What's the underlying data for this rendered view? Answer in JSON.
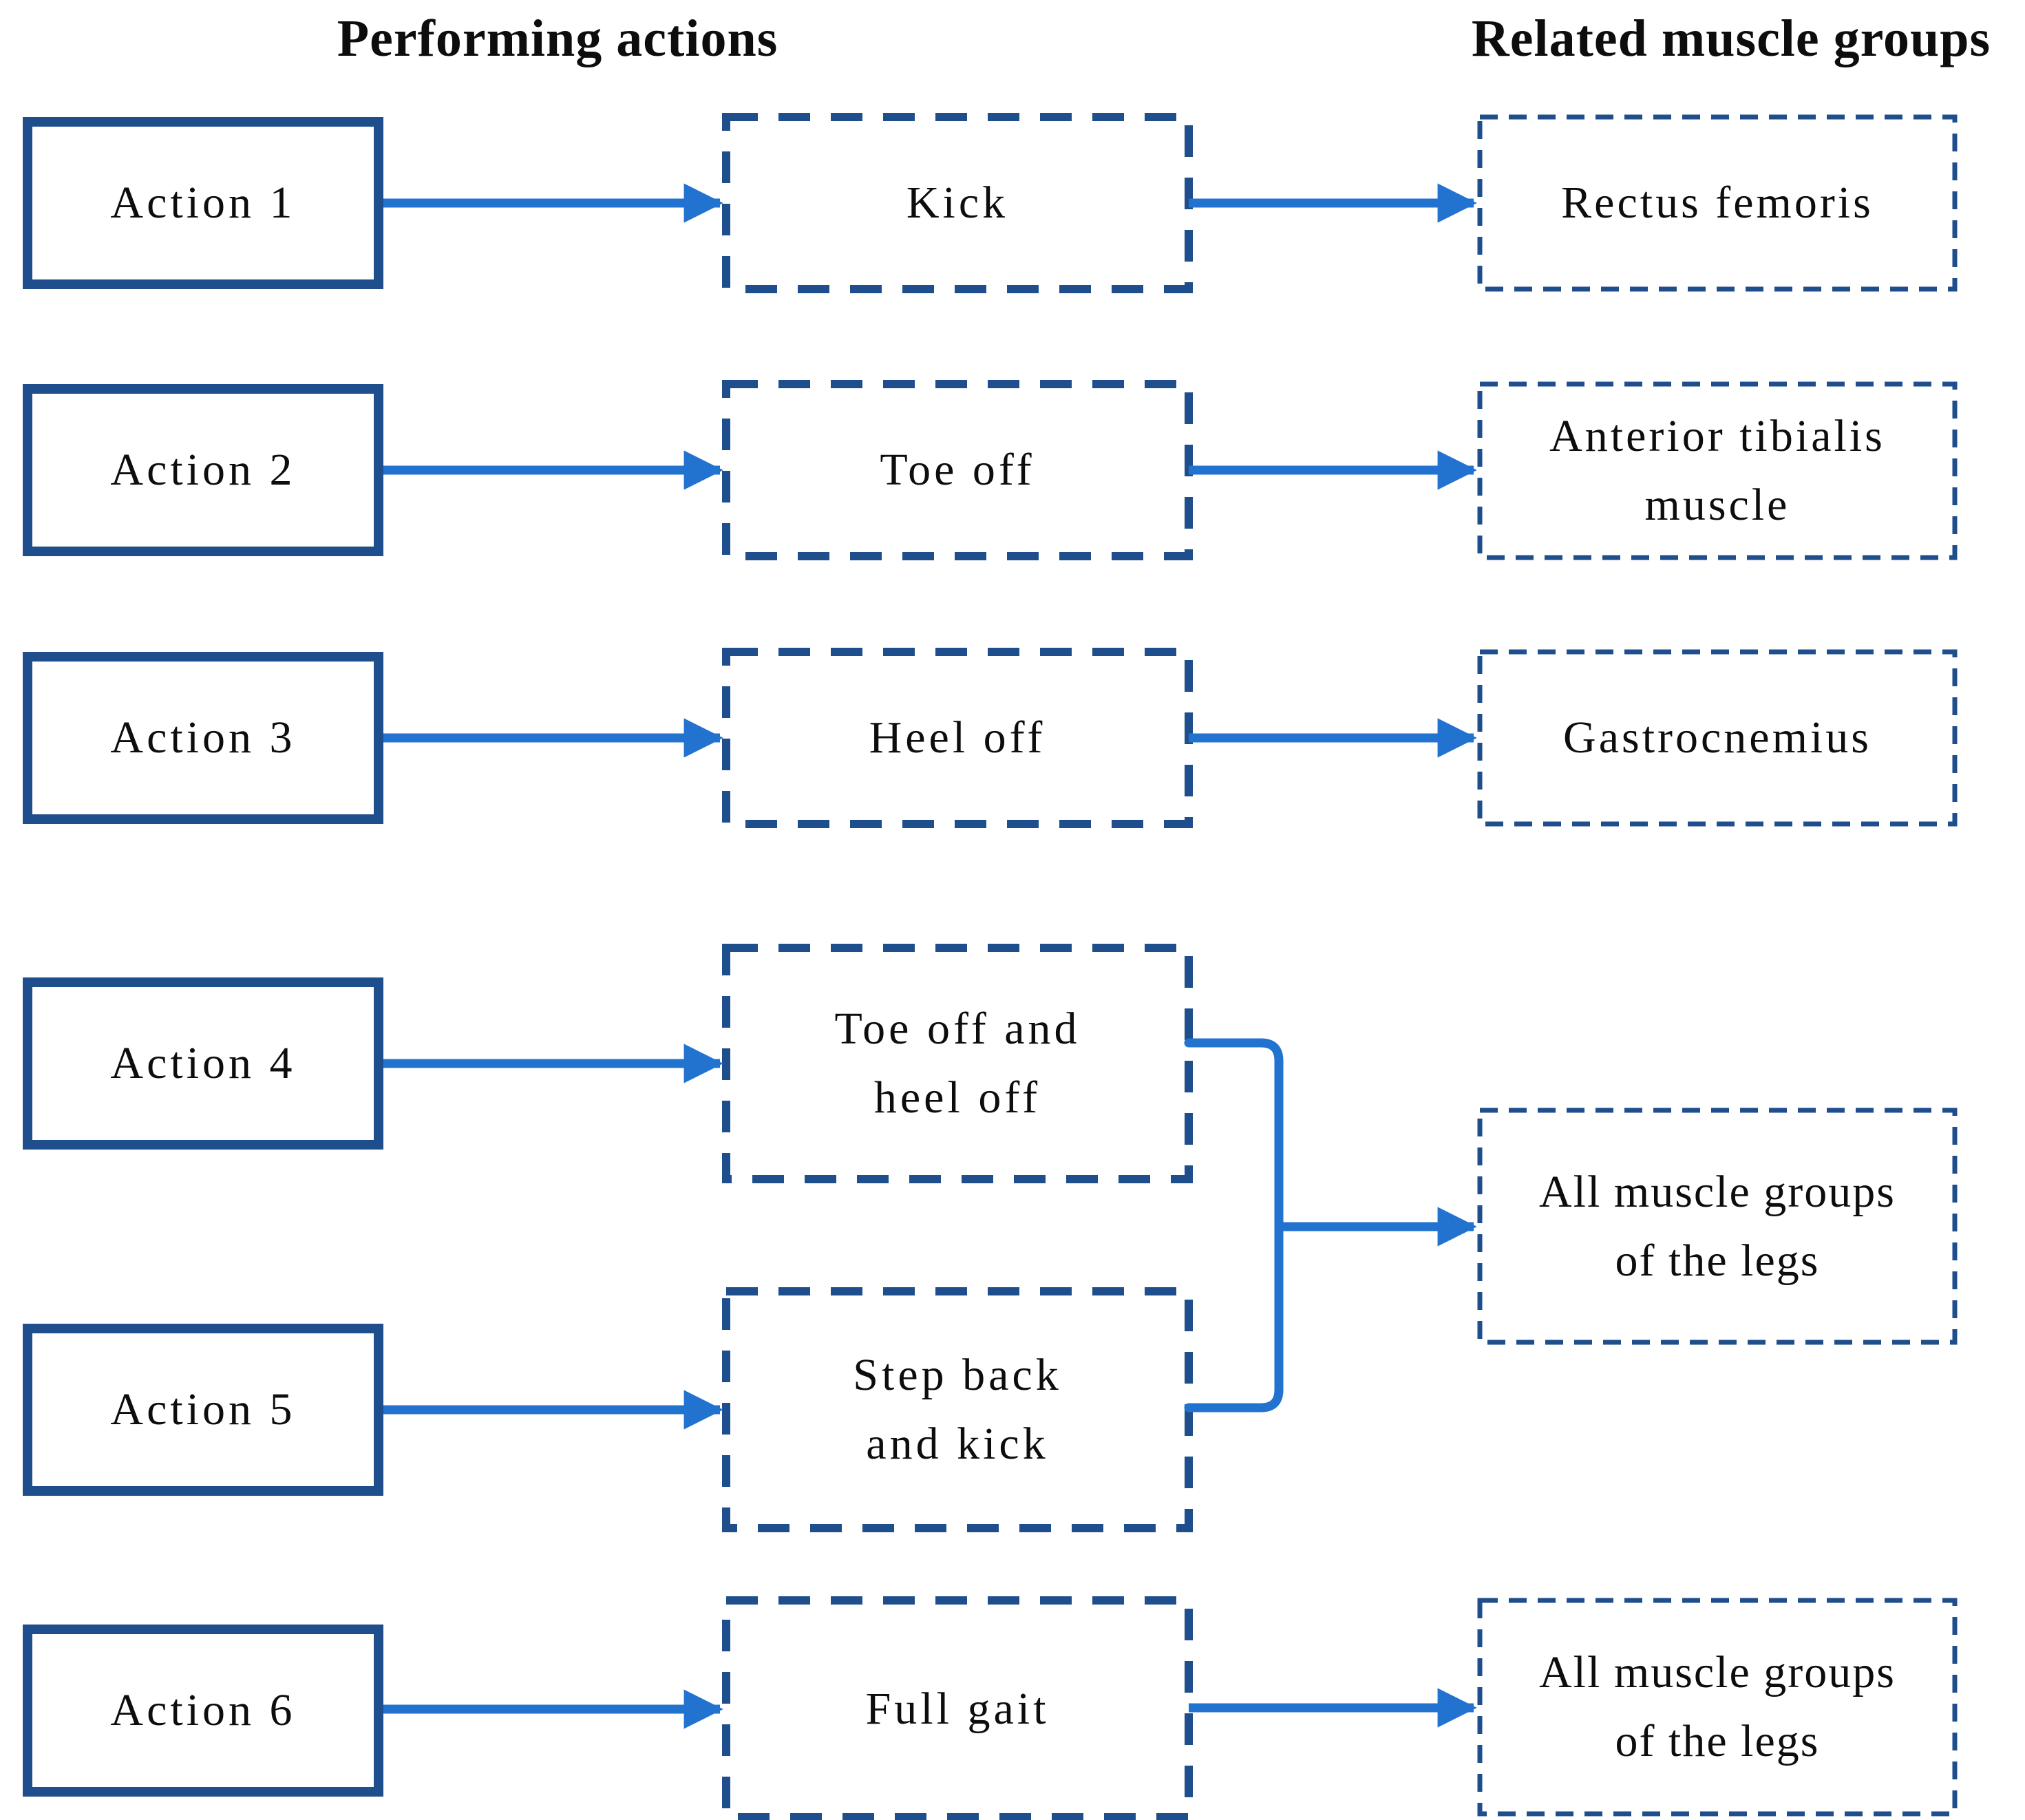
{
  "headers": {
    "left": "Performing actions",
    "right": "Related muscle groups"
  },
  "actions": [
    {
      "label": "Action 1"
    },
    {
      "label": "Action 2"
    },
    {
      "label": "Action 3"
    },
    {
      "label": "Action 4"
    },
    {
      "label": "Action 5"
    },
    {
      "label": "Action 6"
    }
  ],
  "movements": [
    {
      "line1": "Kick"
    },
    {
      "line1": "Toe off"
    },
    {
      "line1": "Heel off"
    },
    {
      "line1": "Toe off and",
      "line2": "heel off"
    },
    {
      "line1": "Step back",
      "line2": "and kick"
    },
    {
      "line1": "Full gait"
    }
  ],
  "muscles": [
    {
      "line1": "Rectus femoris"
    },
    {
      "line1": "Anterior tibialis",
      "line2": "muscle"
    },
    {
      "line1": "Gastrocnemius"
    },
    {
      "line1": "All muscle groups",
      "line2": "of the legs"
    },
    {
      "line1": "All muscle groups",
      "line2": "of the legs"
    }
  ],
  "colors": {
    "box_border": "#1f4e8c",
    "arrow": "#2273d0",
    "text": "#0d0d0d",
    "background": "#ffffff"
  }
}
